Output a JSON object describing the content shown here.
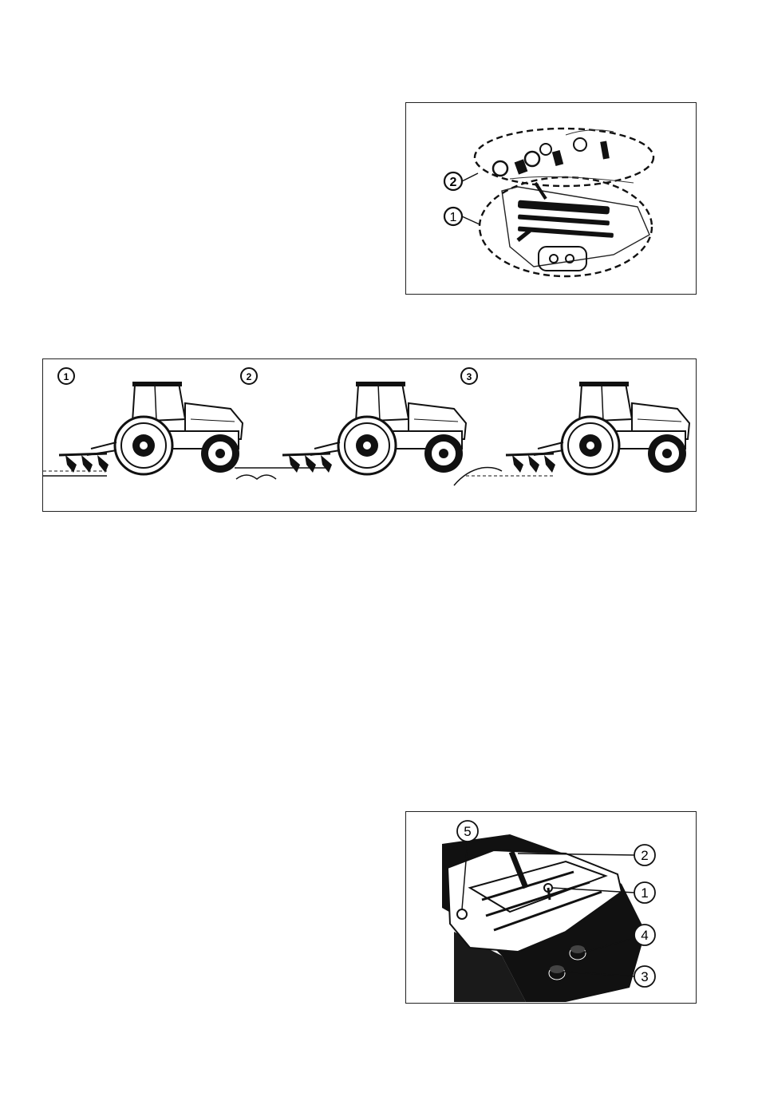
{
  "figure_controls": {
    "callouts": [
      "2",
      "1"
    ]
  },
  "figure_modes": {
    "panels": [
      {
        "label": "1"
      },
      {
        "label": "2"
      },
      {
        "label": "3"
      }
    ]
  },
  "figure_console": {
    "callouts": [
      "5",
      "2",
      "1",
      "4",
      "3"
    ],
    "panel_marks": "ooo"
  }
}
